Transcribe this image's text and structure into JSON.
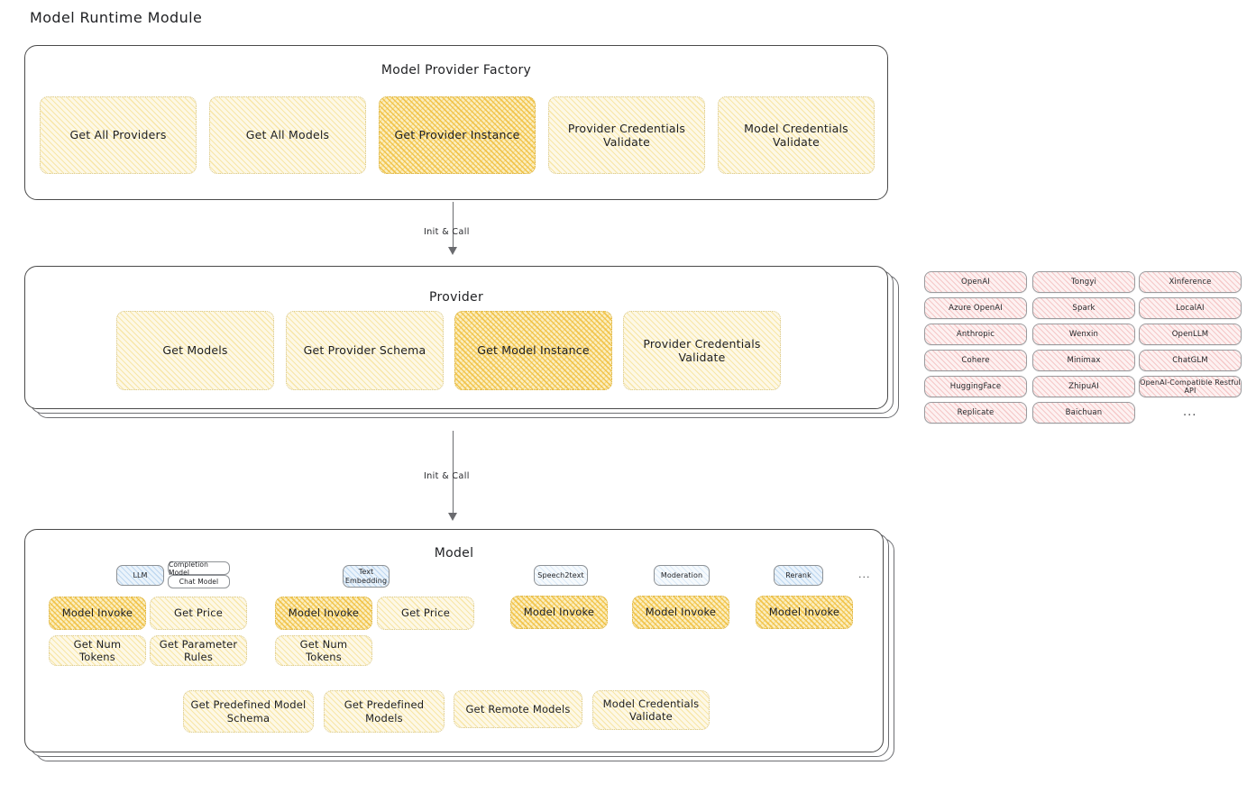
{
  "page": {
    "title": "Model Runtime Module"
  },
  "sections": {
    "factory": {
      "title": "Model Provider Factory",
      "items": [
        {
          "label": "Get All Providers",
          "highlight": false
        },
        {
          "label": "Get All Models",
          "highlight": false
        },
        {
          "label": "Get Provider Instance",
          "highlight": true
        },
        {
          "label": "Provider Credentials Validate",
          "highlight": false
        },
        {
          "label": "Model Credentials Validate",
          "highlight": false
        }
      ]
    },
    "provider": {
      "title": "Provider",
      "items": [
        {
          "label": "Get Models",
          "highlight": false
        },
        {
          "label": "Get Provider Schema",
          "highlight": false
        },
        {
          "label": "Get Model Instance",
          "highlight": true
        },
        {
          "label": "Provider Credentials Validate",
          "highlight": false
        }
      ]
    },
    "model": {
      "title": "Model",
      "columns": [
        {
          "badge": "LLM",
          "badge_style": "blue",
          "sub_badges": [
            "Completion Model",
            "Chat Model"
          ],
          "methods": [
            "Model Invoke",
            "Get Price",
            "Get Num Tokens",
            "Get Parameter Rules"
          ]
        },
        {
          "badge": "Text Embedding",
          "badge_style": "blue",
          "sub_badges": [],
          "methods": [
            "Model Invoke",
            "Get Price",
            "Get Num Tokens"
          ]
        },
        {
          "badge": "Speech2text",
          "badge_style": "faint",
          "sub_badges": [],
          "methods": [
            "Model Invoke"
          ]
        },
        {
          "badge": "Moderation",
          "badge_style": "faint",
          "sub_badges": [],
          "methods": [
            "Model Invoke"
          ]
        },
        {
          "badge": "Rerank",
          "badge_style": "blue",
          "sub_badges": [],
          "methods": [
            "Model Invoke"
          ]
        }
      ],
      "more_indicator": "...",
      "shared_methods": [
        "Get Predefined Model Schema",
        "Get Predefined Models",
        "Get Remote Models",
        "Model Credentials Validate"
      ]
    }
  },
  "arrows": [
    {
      "label": "Init & Call"
    },
    {
      "label": "Init & Call"
    }
  ],
  "provider_list": {
    "more_indicator": "...",
    "columns": [
      [
        "OpenAI",
        "Azure OpenAI",
        "Anthropic",
        "Cohere",
        "HuggingFace",
        "Replicate"
      ],
      [
        "Tongyi",
        "Spark",
        "Wenxin",
        "Minimax",
        "ZhipuAI",
        "Baichuan"
      ],
      [
        "Xinference",
        "LocalAI",
        "OpenLLM",
        "ChatGLM",
        "OpenAI-Compatible Restful API"
      ]
    ]
  },
  "colors": {
    "highlight_fill": "#f0be3a",
    "light_fill": "#fdf8e6",
    "provider_chip": "#fdf1f1",
    "model_badge": "#eaf3fb",
    "stroke": "#4a4a4a"
  }
}
